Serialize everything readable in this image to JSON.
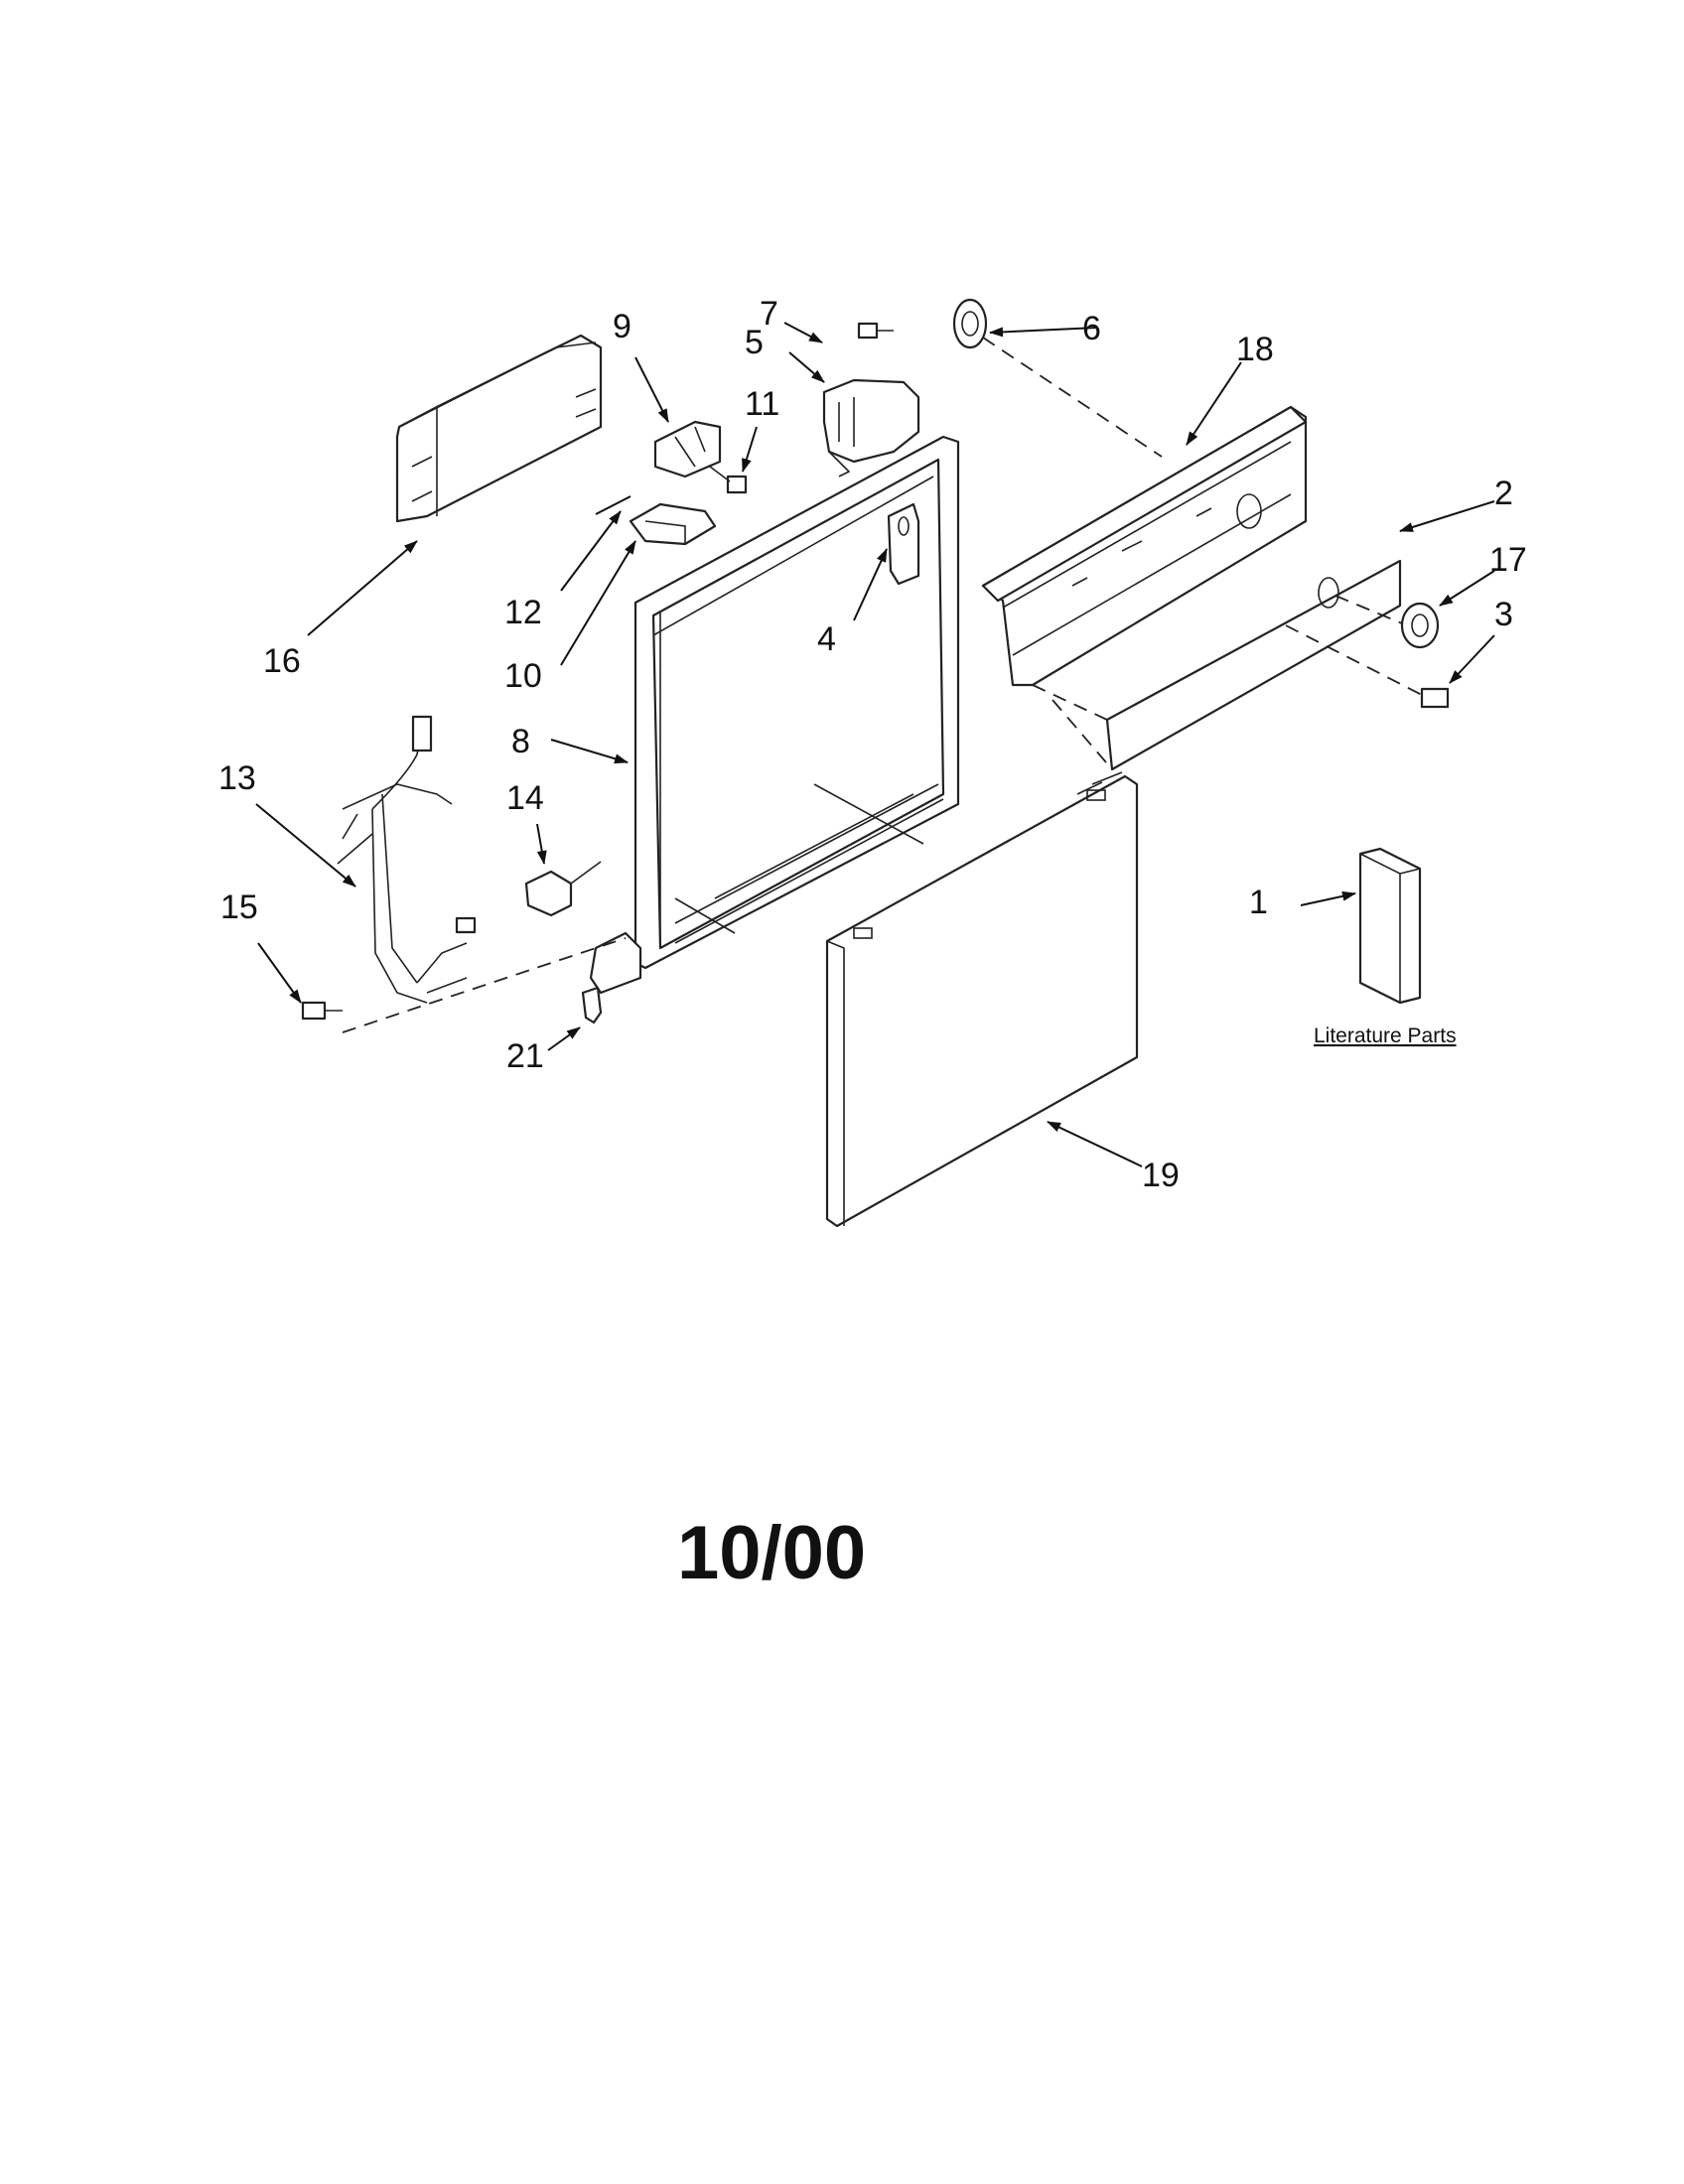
{
  "callouts": {
    "c1": "1",
    "c2": "2",
    "c3": "3",
    "c4": "4",
    "c5": "5",
    "c6": "6",
    "c7": "7",
    "c8": "8",
    "c9": "9",
    "c10": "10",
    "c11": "11",
    "c12": "12",
    "c13": "13",
    "c14": "14",
    "c15": "15",
    "c16": "16",
    "c17": "17",
    "c18": "18",
    "c19": "19",
    "c21": "21"
  },
  "literature_label": "Literature Parts",
  "date_code": "10/00"
}
